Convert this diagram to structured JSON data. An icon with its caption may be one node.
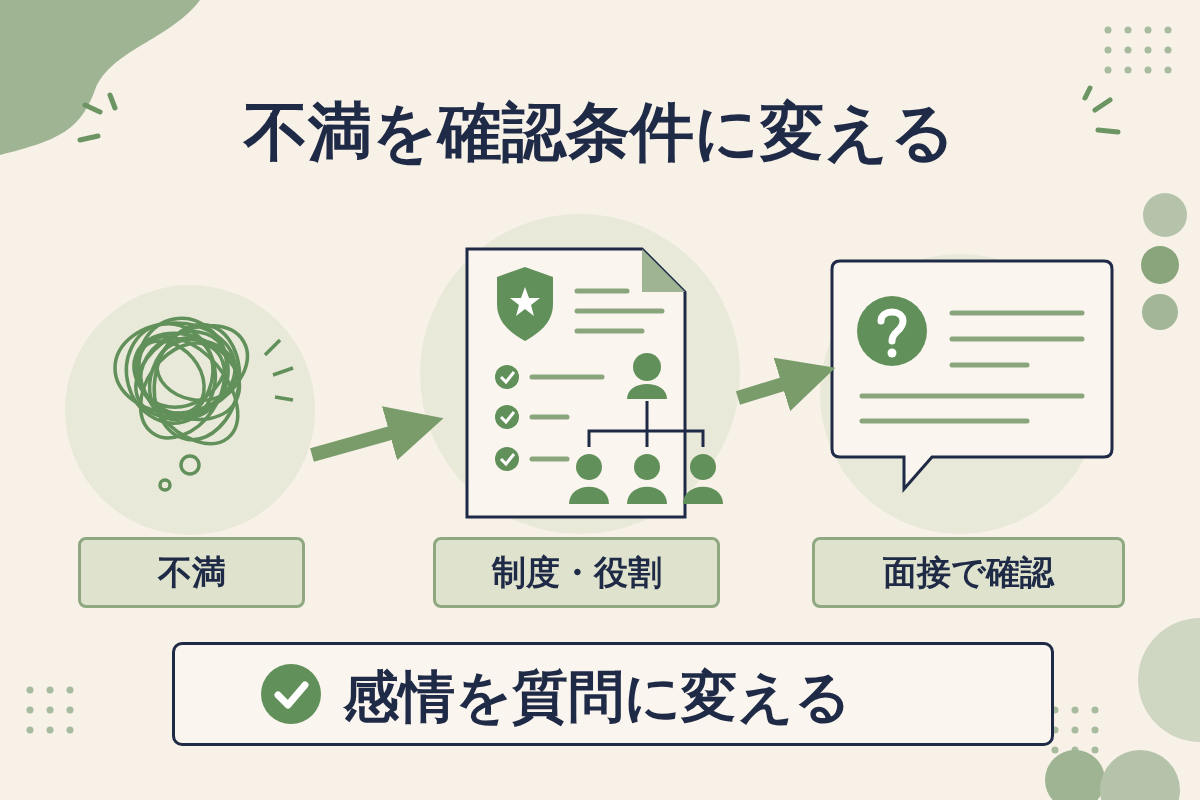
{
  "diagram": {
    "title": "不満を確認条件に変える",
    "nodes": [
      {
        "text": [],
        "shape": "picture"
      },
      {
        "text": [
          "不満"
        ]
      },
      {
        "text": [],
        "shape": "picture"
      },
      {
        "text": [
          "制度・役割"
        ]
      },
      {
        "text": [],
        "shape": "picture"
      },
      {
        "text": [
          "面接で確認"
        ]
      },
      {
        "text": [
          "感情を質問に変える"
        ]
      }
    ],
    "edges": [
      {
        "from": 0,
        "to": 2,
        "arrow": "to"
      },
      {
        "from": 2,
        "to": 4,
        "arrow": "to"
      }
    ]
  }
}
